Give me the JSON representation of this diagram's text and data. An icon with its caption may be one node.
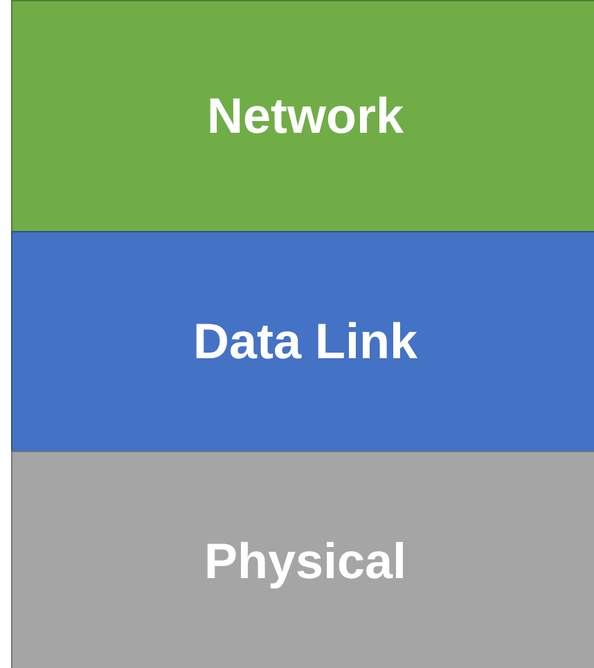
{
  "diagram": {
    "nodes": [
      {
        "text": [
          "Network"
        ]
      },
      {
        "text": [
          "Data Link"
        ]
      },
      {
        "text": [
          "Physical"
        ]
      }
    ]
  }
}
